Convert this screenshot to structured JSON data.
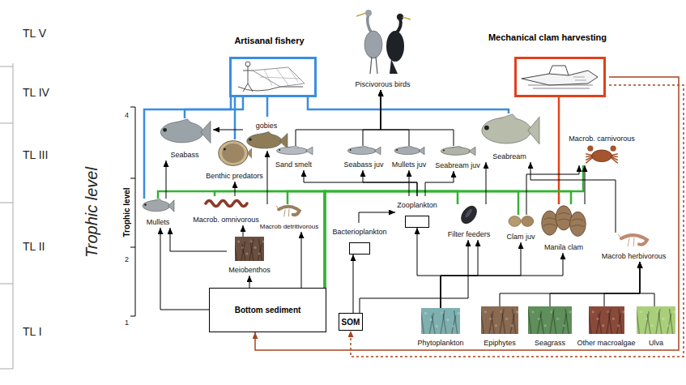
{
  "diagram": {
    "nodes": [
      {
        "text": [
          "Artisanal fishery"
        ]
      },
      {
        "text": [
          "Piscivorous birds"
        ]
      },
      {
        "text": [
          "Mechanical clam harvesting"
        ]
      },
      {
        "text": [
          "Seabass"
        ]
      },
      {
        "text": [
          "Benthic predators"
        ]
      },
      {
        "text": [
          "gobies"
        ]
      },
      {
        "text": [
          "Sand smelt"
        ]
      },
      {
        "text": [
          "Seabass juv"
        ]
      },
      {
        "text": [
          "Mullets juv"
        ]
      },
      {
        "text": [
          "Seabream juv"
        ]
      },
      {
        "text": [
          "Seabream"
        ]
      },
      {
        "text": [
          "Macrob. carnivorous"
        ]
      },
      {
        "text": [
          "Mullets"
        ]
      },
      {
        "text": [
          "Macrob. omnivorous"
        ]
      },
      {
        "text": [
          "Macrob detritivorous"
        ]
      },
      {
        "text": [
          "Zooplankton"
        ]
      },
      {
        "text": [
          "Filter feeders"
        ]
      },
      {
        "text": [
          "Clam juv"
        ]
      },
      {
        "text": [
          "Manila clam"
        ]
      },
      {
        "text": [
          "Macrob herbivorous"
        ]
      },
      {
        "text": [
          "Bacterioplankton"
        ]
      },
      {
        "text": [
          "Meiobenthos"
        ]
      },
      {
        "text": [
          "Bottom sediment"
        ]
      },
      {
        "text": [
          "SOM"
        ]
      },
      {
        "text": [
          "Phytoplankton"
        ]
      },
      {
        "text": [
          "Epiphytes"
        ]
      },
      {
        "text": [
          "Seagrass"
        ]
      },
      {
        "text": [
          "Other macroalgae"
        ]
      },
      {
        "text": [
          "Ulva"
        ]
      }
    ],
    "edges": [
      {
        "from": 12,
        "to": 0,
        "arrow": "none"
      },
      {
        "from": 3,
        "to": 0,
        "arrow": "none"
      },
      {
        "from": 4,
        "to": 0,
        "arrow": "none"
      },
      {
        "from": 5,
        "to": 0,
        "arrow": "none"
      },
      {
        "from": 10,
        "to": 0,
        "arrow": "none"
      },
      {
        "from": 18,
        "to": 2,
        "arrow": "none"
      },
      {
        "from": 12,
        "to": 22,
        "arrow": "none"
      },
      {
        "from": 13,
        "to": 22,
        "arrow": "none"
      },
      {
        "from": 14,
        "to": 22,
        "arrow": "none"
      },
      {
        "from": 16,
        "to": 22,
        "arrow": "none"
      },
      {
        "from": 17,
        "to": 22,
        "arrow": "none"
      },
      {
        "from": 18,
        "to": 22,
        "arrow": "none"
      },
      {
        "from": 11,
        "to": 22,
        "arrow": "none"
      },
      {
        "from": 2,
        "to": 22,
        "arrow": "to"
      },
      {
        "from": 2,
        "to": 23,
        "arrow": "to"
      },
      {
        "from": 6,
        "to": 1,
        "arrow": "to"
      },
      {
        "from": 7,
        "to": 1,
        "arrow": "to"
      },
      {
        "from": 8,
        "to": 1,
        "arrow": "to"
      },
      {
        "from": 9,
        "to": 1,
        "arrow": "to"
      },
      {
        "from": 21,
        "to": 13,
        "arrow": "to"
      },
      {
        "from": 13,
        "to": 4,
        "arrow": "to"
      },
      {
        "from": 21,
        "to": 12,
        "arrow": "to"
      },
      {
        "from": 22,
        "to": 21,
        "arrow": "to"
      },
      {
        "from": 22,
        "to": 12,
        "arrow": "to"
      },
      {
        "from": 22,
        "to": 14,
        "arrow": "to"
      },
      {
        "from": 14,
        "to": 5,
        "arrow": "to"
      },
      {
        "from": 5,
        "to": 3,
        "arrow": "to"
      },
      {
        "from": 12,
        "to": 3,
        "arrow": "to"
      },
      {
        "from": 15,
        "to": 6,
        "arrow": "to"
      },
      {
        "from": 15,
        "to": 7,
        "arrow": "to"
      },
      {
        "from": 15,
        "to": 8,
        "arrow": "to"
      },
      {
        "from": 15,
        "to": 9,
        "arrow": "to"
      },
      {
        "from": 20,
        "to": 15,
        "arrow": "to"
      },
      {
        "from": 23,
        "to": 20,
        "arrow": "to"
      },
      {
        "from": 23,
        "to": 16,
        "arrow": "to"
      },
      {
        "from": 24,
        "to": 15,
        "arrow": "to"
      },
      {
        "from": 24,
        "to": 16,
        "arrow": "to"
      },
      {
        "from": 24,
        "to": 17,
        "arrow": "to"
      },
      {
        "from": 24,
        "to": 18,
        "arrow": "to"
      },
      {
        "from": 25,
        "to": 19,
        "arrow": "to"
      },
      {
        "from": 26,
        "to": 19,
        "arrow": "to"
      },
      {
        "from": 27,
        "to": 19,
        "arrow": "to"
      },
      {
        "from": 28,
        "to": 19,
        "arrow": "to"
      },
      {
        "from": 16,
        "to": 10,
        "arrow": "to"
      },
      {
        "from": 17,
        "to": 11,
        "arrow": "to"
      },
      {
        "from": 18,
        "to": 11,
        "arrow": "to"
      },
      {
        "from": 19,
        "to": 10,
        "arrow": "to"
      }
    ],
    "labels": [
      "TL V",
      "TL IV",
      "TL III",
      "TL II",
      "TL I",
      "Trophic level",
      "Trophic level",
      "4",
      "2",
      "1"
    ]
  }
}
